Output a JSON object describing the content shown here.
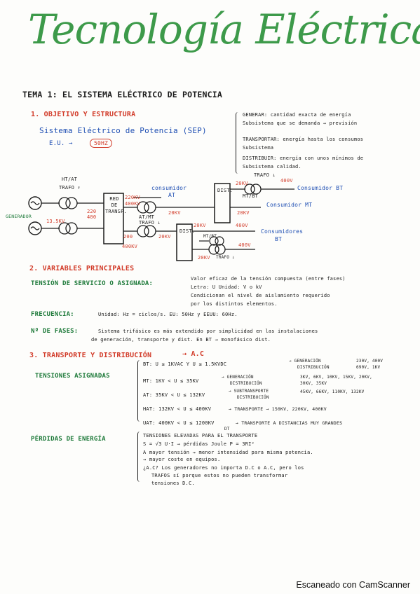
{
  "title": "Tecnología Eléctrica",
  "tema": "TEMA 1: EL SISTEMA ELÉCTRICO DE POTENCIA",
  "sec1": {
    "heading": "1. OBJETIVO Y ESTRUCTURA",
    "sep": "Sistema Eléctrico de Potencia (SEP)",
    "eu": "E.U. →",
    "freq_circled": "50Hz",
    "gen_lines": [
      "GENERAR: cantidad exacta de energía",
      "Subsistema que se demanda → previsión"
    ],
    "trans_lines": [
      "TRANSPORTAR: energía hasta los consumos",
      "Subsistema"
    ],
    "dist_lines": [
      "DISTRIBUIR: energía con unos mínimos de",
      "Subsistema calidad."
    ]
  },
  "diagram": {
    "ht_at": "HT/AT",
    "trafo_up": "TRAFO ↑",
    "generador": "GENERADOR",
    "v_13_5": "13.5kV",
    "v_220": "220",
    "v_400": "400",
    "red_transporte": "RED DE TRANSP.",
    "v_220kv": "220kV",
    "v_400kv": "400kV",
    "consumidor_at_1": "consumidor",
    "consumidor_at_2": "AT",
    "v_20kv_a": "20kV",
    "at_mt": "AT/MT",
    "trafo_down": "TRAFO ↓",
    "dist_1": "DIST.",
    "v_20kv_top": "20kV",
    "mt_bt": "MT/BT",
    "trafo_down_2": "TRAFO ↓",
    "v_400v": "400V",
    "consumidor_bt": "Consumidor BT",
    "v_20kv_b": "20kV",
    "consumidor_mt": "Consumidor MT",
    "v_200": "200",
    "v_400_b": "400kV",
    "v_20kv_c": "20kV",
    "dist_2": "DIST.",
    "v_20kv_d": "20kV",
    "v_400v_b": "400V",
    "consumidores_bt_1": "Consumidores",
    "consumidores_bt_2": "BT",
    "mt_bt_2": "MT/BT",
    "trafo_down_3": "TRAFO ↓",
    "v_400v_c": "400V",
    "v_20kv_e": "20kV"
  },
  "sec2": {
    "heading": "2. VARIABLES PRINCIPALES",
    "tension_label": "TENSIÓN DE SERVICIO O ASIGNADA:",
    "tension_lines": [
      "Valor eficaz de la tensión compuesta (entre fases)",
      "Letra: U   Unidad: V o kV",
      "Condicionan el nivel de aislamiento requerido",
      "por los distintos elementos."
    ],
    "frecuencia_label": "FRECUENCIA:",
    "frecuencia_text": "Unidad: Hz = ciclos/s.  EU: 50Hz  y  EEUU: 60Hz.",
    "fases_label": "Nº DE FASES:",
    "fases_lines": [
      "Sistema trifásico es más extendido por simplicidad en las instalaciones",
      "de generación, transporte y dist. En BT → monofásico dist."
    ]
  },
  "sec3": {
    "heading": "3. TRANSPORTE Y DISTRIBUCIÓN",
    "ac": "→ A.C",
    "tensiones_label": "TENSIONES ASIGNADAS",
    "bt": "BT: U ≤ 1kVac  y  U ≤ 1.5kVdc",
    "bt_right": [
      "→ GENERACIÓN",
      "DISTRIBUCIÓN",
      "230V, 400V",
      "690V, 1kV"
    ],
    "mt": "MT: 1kV < U ≤ 35kV",
    "mt_right": [
      "→ GENERACIÓN",
      "DISTRIBUCIÓN",
      "3kV, 6kV, 10kV, 15kV, 20kV,",
      "30kV, 35kV"
    ],
    "at": "AT: 35kV < U ≤ 132kV",
    "at_right": [
      "→ SUBTRANSPORTE",
      "DISTRIBUCIÓN",
      "45kV, 66kV, 110kV, 132kV"
    ],
    "hat": "HAT: 132kV < U ≤ 400kV",
    "hat_right": "→ TRANSPORTE → 150kV, 220kV, 400kV",
    "uat": "UAT: 400kV < U ≤ 1200kV",
    "uat_sub": "DT",
    "uat_right": "→ TRANSPORTE A DISTANCIAS MUY GRANDES",
    "perdidas_label": "PÉRDIDAS DE ENERGÍA",
    "perdidas_lines": [
      "TENSIONES ELEVADAS PARA EL TRANSPORTE",
      "S = √3 U·I  → pérdidas Joule  P = 3RI²",
      "A mayor tensión → menor intensidad para misma potencia.",
      "                 → mayor coste en equipos.",
      "¿A.C? Los generadores no importa D.C o A.C, pero los",
      "TRAFOS sí porque estos no pueden transformar",
      "tensiones D.C."
    ]
  },
  "footer": "Escaneado con CamScanner",
  "colors": {
    "title": "#3d9a4a",
    "heading": "#d23c2a",
    "label": "#1e7a3a",
    "sep": "#1f4fb3"
  }
}
